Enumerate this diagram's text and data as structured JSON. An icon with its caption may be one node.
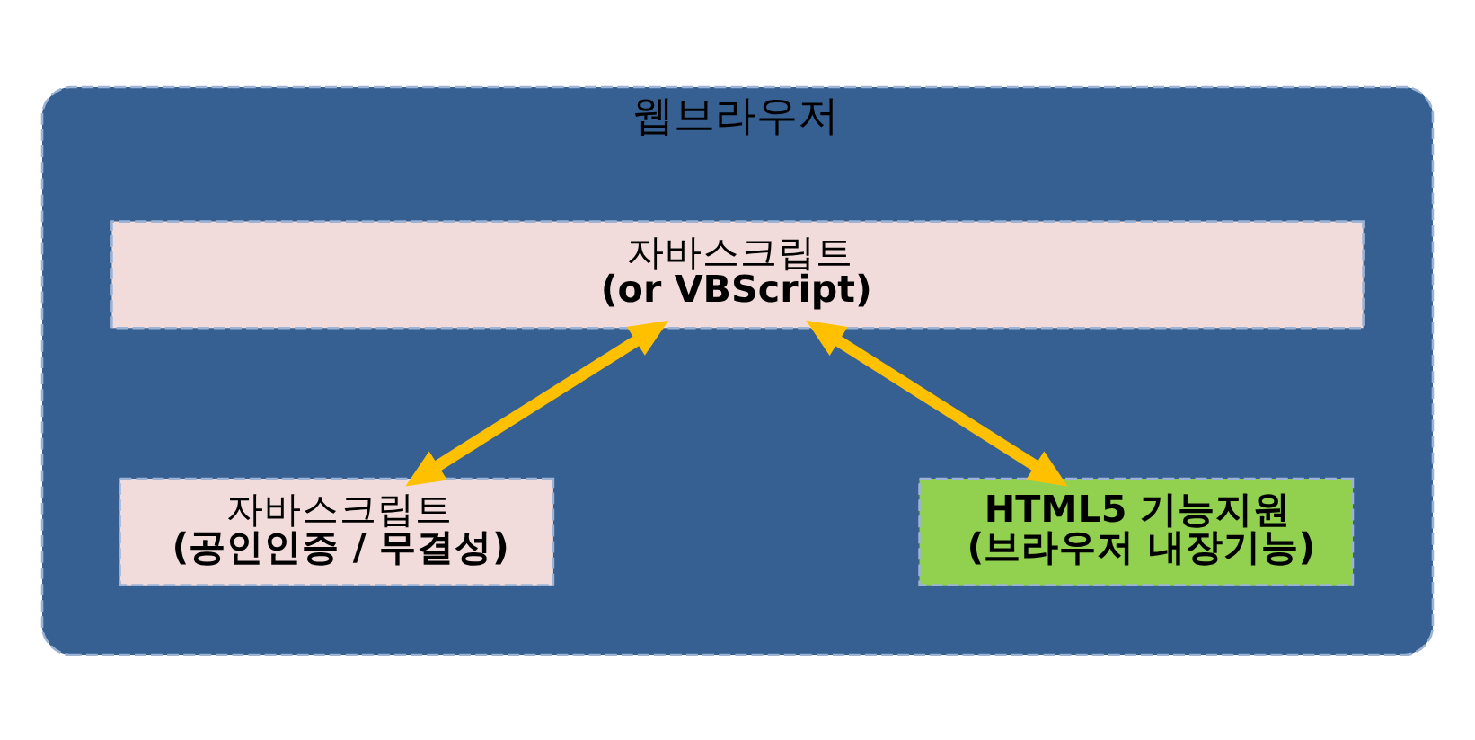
{
  "diagram": {
    "nodes": [
      {
        "text": [
          "웹브라우저"
        ]
      },
      {
        "text": [
          "자바스크립트",
          "(or VBScript)"
        ],
        "in": 0
      },
      {
        "text": [
          "자바스크립트",
          "(공인인증 / 무결성)"
        ],
        "in": 0
      },
      {
        "text": [
          "HTML5 기능지원",
          "(브라우저 내장기능)"
        ],
        "in": 0
      }
    ],
    "edges": [
      {
        "from": 1,
        "to": 2,
        "arrow": "both"
      },
      {
        "from": 1,
        "to": 3,
        "arrow": "both"
      }
    ]
  }
}
